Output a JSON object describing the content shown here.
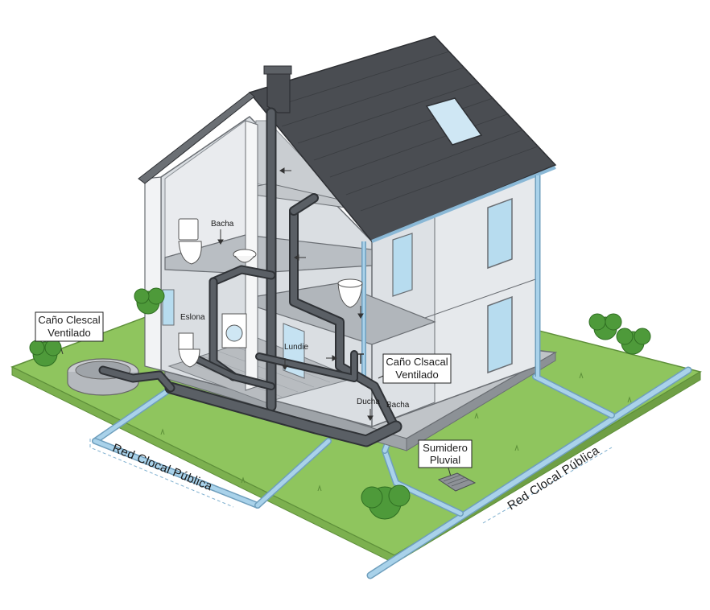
{
  "labels": {
    "cano_left_line1": "Caño Clescal",
    "cano_left_line2": "Ventilado",
    "cano_right_line1": "Caño Clsacal",
    "cano_right_line2": "Ventilado",
    "sumidero_line1": "Sumidero",
    "sumidero_line2": "Pluvial",
    "red_left": "Red Clocal Pública",
    "red_right": "Red Clocal Pública",
    "bacha_upper": "Bacha",
    "eslona": "Eslona",
    "lundie": "Lundie",
    "ducha": "Ducha",
    "bacha_lower": "Bacha"
  },
  "colors": {
    "grass": "#8fc55e",
    "grass_edge": "#6ea345",
    "roof": "#4a4d52",
    "wall": "#eceef0",
    "wall_shade": "#d3d7db",
    "interior": "#cdd1d5",
    "slab": "#b7bcc1",
    "drain_pipe": "#555a60",
    "storm_pipe": "#a9d2ea",
    "glass": "#b7dcef",
    "shrub": "#4e9a3a"
  }
}
